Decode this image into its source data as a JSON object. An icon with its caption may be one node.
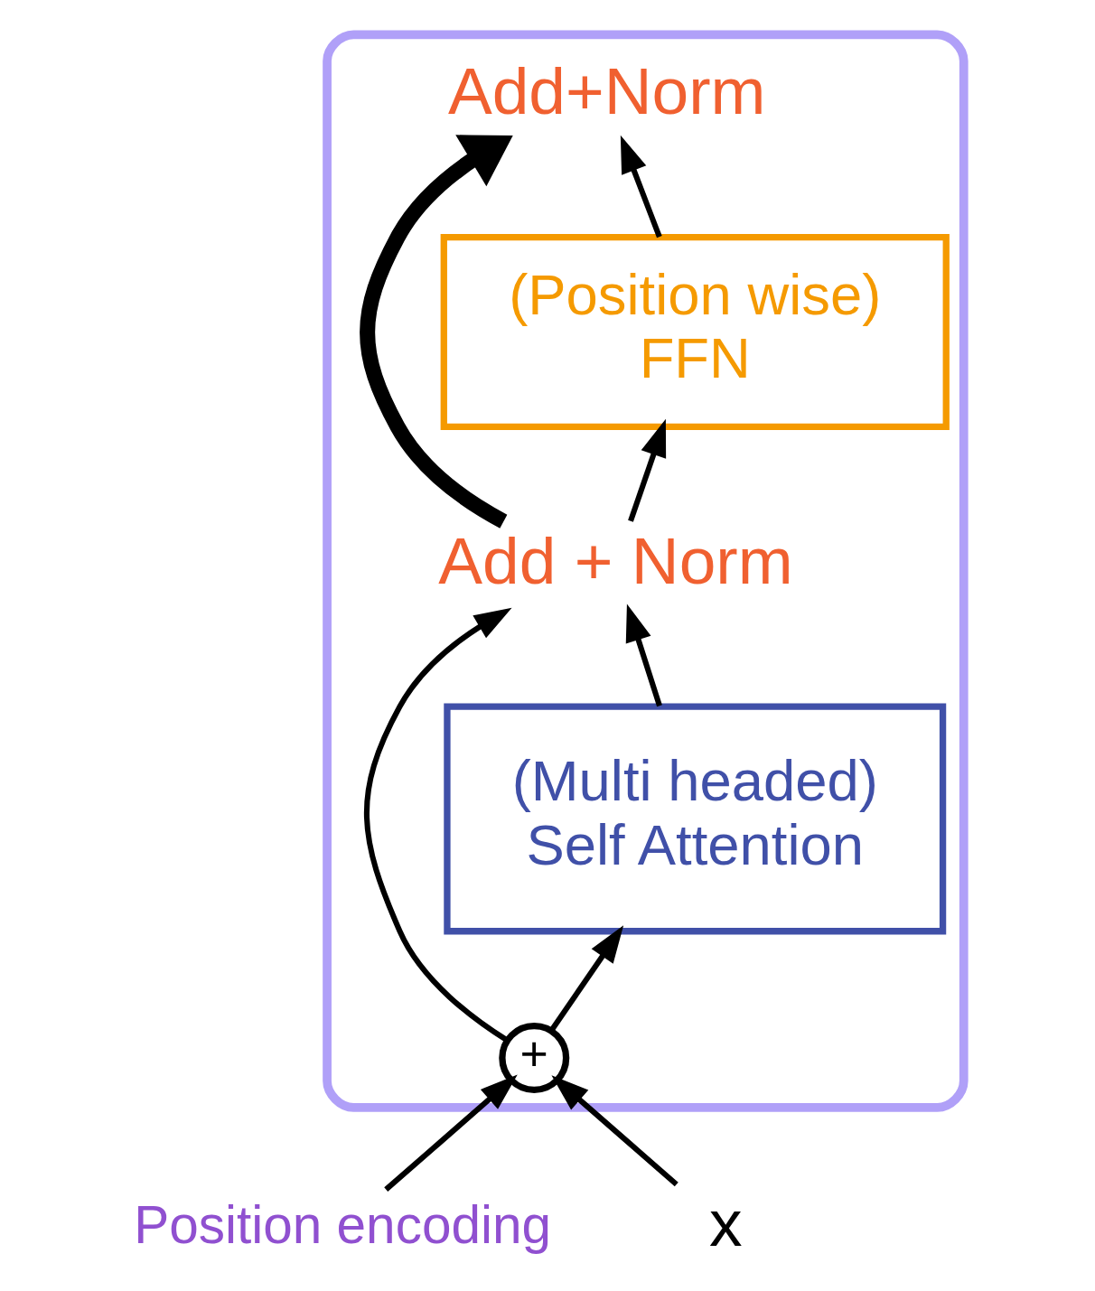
{
  "diagram": {
    "nodes": [
      {
        "text": [],
        "shape": "box"
      },
      {
        "text": [
          "Add+Norm"
        ],
        "in": 0
      },
      {
        "text": [
          "(Position wise)",
          "FFN"
        ],
        "in": 0
      },
      {
        "text": [
          "Add + Norm"
        ],
        "in": 0
      },
      {
        "text": [
          "(Multi headed)",
          "Self Attention"
        ],
        "in": 0
      },
      {
        "text": [
          "+"
        ],
        "in": 0
      },
      {
        "text": [
          "Position encoding"
        ]
      },
      {
        "text": [
          "x"
        ]
      }
    ],
    "edges": [
      {
        "from": 7,
        "to": 5,
        "arrow": "to"
      },
      {
        "from": 6,
        "to": 5,
        "arrow": "to"
      },
      {
        "from": 5,
        "to": 4,
        "arrow": "to"
      },
      {
        "from": 5,
        "to": 3,
        "arrow": "to"
      },
      {
        "from": 4,
        "to": 3,
        "arrow": "to"
      },
      {
        "from": 3,
        "to": 2,
        "arrow": "to"
      },
      {
        "from": 3,
        "to": 1,
        "arrow": "to",
        "style": "thick"
      },
      {
        "from": 2,
        "to": 1,
        "arrow": "to"
      }
    ]
  }
}
